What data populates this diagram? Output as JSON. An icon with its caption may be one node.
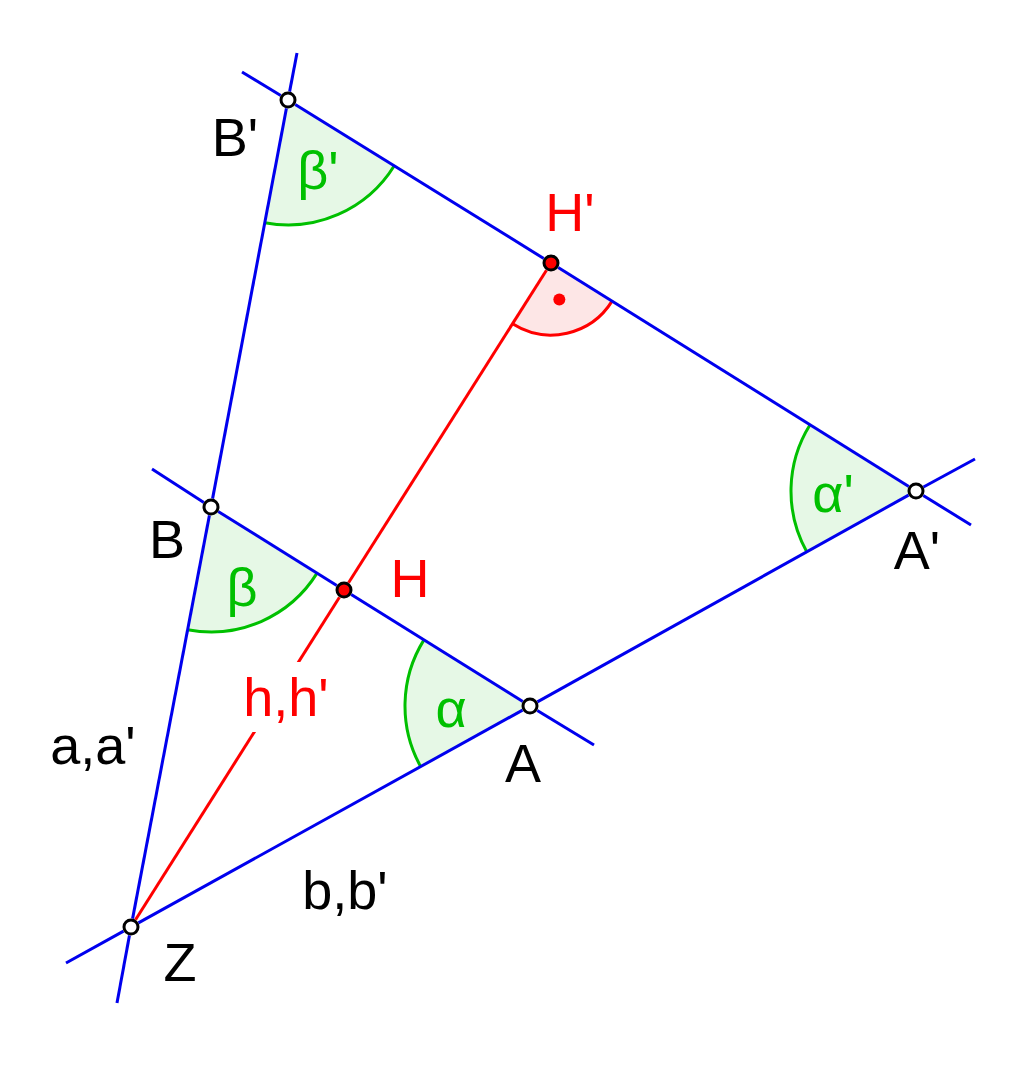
{
  "diagram": {
    "nodes": [
      {
        "text": [],
        "shape": "circle",
        "beside": [
          "B'"
        ]
      },
      {
        "text": [],
        "shape": "circle",
        "beside": [
          "H'"
        ]
      },
      {
        "text": [],
        "shape": "circle",
        "beside": [
          "A'"
        ]
      },
      {
        "text": [],
        "shape": "circle",
        "beside": [
          "B"
        ]
      },
      {
        "text": [],
        "shape": "circle",
        "beside": [
          "H"
        ]
      },
      {
        "text": [],
        "shape": "circle",
        "beside": [
          "A"
        ]
      },
      {
        "text": [],
        "shape": "circle",
        "beside": [
          "Z"
        ]
      }
    ],
    "edges": [
      {
        "from": 6,
        "to": 3,
        "arrow": "none"
      },
      {
        "from": 3,
        "to": 0,
        "arrow": "none"
      },
      {
        "from": 6,
        "to": 5,
        "arrow": "none"
      },
      {
        "from": 5,
        "to": 2,
        "arrow": "none"
      },
      {
        "from": 3,
        "to": 4,
        "arrow": "none"
      },
      {
        "from": 4,
        "to": 5,
        "arrow": "none"
      },
      {
        "from": 0,
        "to": 1,
        "arrow": "none"
      },
      {
        "from": 1,
        "to": 2,
        "arrow": "none"
      },
      {
        "from": 6,
        "to": 4,
        "arrow": "none",
        "color": "#ff0000"
      },
      {
        "from": 4,
        "to": 1,
        "arrow": "none",
        "color": "#ff0000"
      }
    ],
    "labels": [
      "β'",
      "α'",
      "β",
      "h,h'",
      "α",
      "a,a'",
      "b,b'"
    ]
  }
}
